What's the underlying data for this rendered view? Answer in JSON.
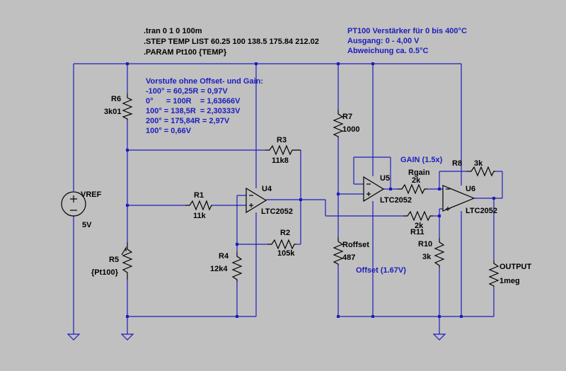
{
  "directives": [
    ".tran 0 1 0 100m",
    ".STEP TEMP LIST 60.25 100 138.5 175.84 212.02",
    ".PARAM Pt100 {TEMP}"
  ],
  "title_lines": [
    "PT100 Verstärker für 0 bis 400°C",
    "Ausgang: 0 - 4,00 V",
    "Abweichung ca. 0.5°C"
  ],
  "vorstufe": {
    "heading": "Vorstufe ohne Offset- und Gain:",
    "rows": [
      "-100° = 60,25R = 0,97V",
      "0°      = 100R    = 1,63666V",
      "100° = 138,5R  = 2,30333V",
      "200° = 175,84R = 2,97V",
      "100° = 0,66V"
    ]
  },
  "components": {
    "r6": {
      "name": "R6",
      "value": "3k01"
    },
    "r1": {
      "name": "R1",
      "value": "11k"
    },
    "r3": {
      "name": "R3",
      "value": "11k8"
    },
    "r2": {
      "name": "R2",
      "value": "105k"
    },
    "r4": {
      "name": "R4",
      "value": "12k4"
    },
    "r5": {
      "name": "R5",
      "value": "{Pt100}"
    },
    "r7": {
      "name": "R7",
      "value": "1000"
    },
    "roffset": {
      "name": "Roffset",
      "value": "487"
    },
    "rgain": {
      "name": "Rgain",
      "value": "2k"
    },
    "r8": {
      "name": "R8",
      "value": "3k"
    },
    "r11": {
      "name": "R11",
      "value": "2k"
    },
    "r10": {
      "name": "R10",
      "value": "3k"
    },
    "output": {
      "name": "OUTPUT",
      "value": "1meg"
    },
    "vref": {
      "name": "VREF",
      "value": "5V"
    },
    "u4": {
      "name": "U4",
      "part": "LTC2052"
    },
    "u5": {
      "name": "U5",
      "part": "LTC2052"
    },
    "u6": {
      "name": "U6",
      "part": "LTC2052"
    }
  },
  "notes": {
    "gain": "GAIN (1.5x)",
    "offset": "Offset (1.67V)"
  },
  "colors": {
    "background": "#c0c0c0",
    "wire": "#1c1cbf",
    "component": "#000000",
    "annotation": "#1c1cbf"
  }
}
